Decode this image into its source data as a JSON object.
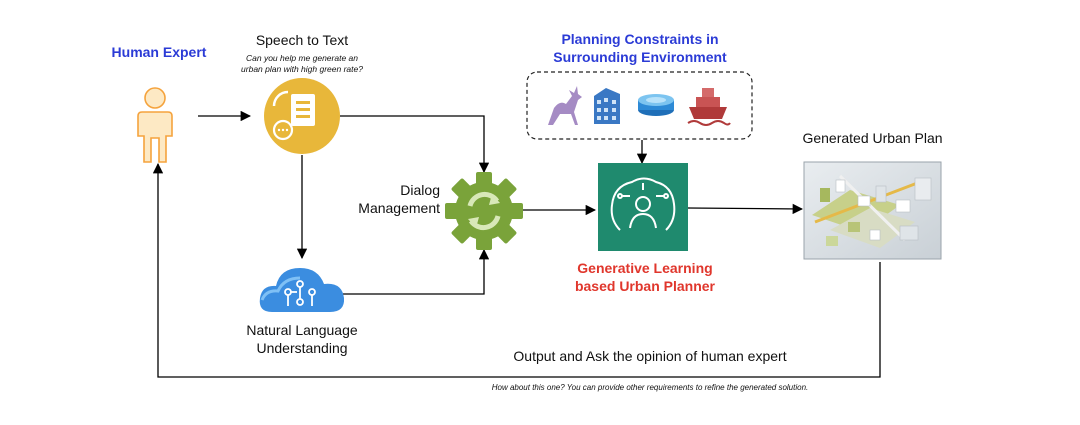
{
  "nodes": {
    "human_expert": "Human Expert",
    "speech_to_text": "Speech to Text",
    "speech_prompt_line1": "Can you help me generate an",
    "speech_prompt_line2": "urban plan with high green rate?",
    "dialog_line1": "Dialog",
    "dialog_line2": "Management",
    "nlu_line1": "Natural Language",
    "nlu_line2": "Understanding",
    "constraints_line1": "Planning Constraints in",
    "constraints_line2": "Surrounding Environment",
    "planner_line1": "Generative Learning",
    "planner_line2": "based Urban Planner",
    "generated_plan": "Generated Urban Plan"
  },
  "feedback": {
    "label": "Output and Ask the opinion of human expert",
    "prompt": "How about this one? You can provide other requirements to refine the generated solution."
  },
  "colors": {
    "expert_title": "#2b3bd6",
    "constraints_title": "#2b3bd6",
    "planner_title": "#e0362c",
    "speech_icon": "#e8b73a",
    "gear_icon": "#7aa33a",
    "cloud_icon": "#3b8de0",
    "planner_icon": "#1f8a6e",
    "person_icon": "#f5a33d"
  },
  "icons": [
    "person-icon",
    "document-speech-icon",
    "gear-sync-icon",
    "cloud-network-icon",
    "deer-icon",
    "building-icon",
    "water-tank-icon",
    "ship-icon",
    "brain-person-icon",
    "urban-plan-image"
  ]
}
